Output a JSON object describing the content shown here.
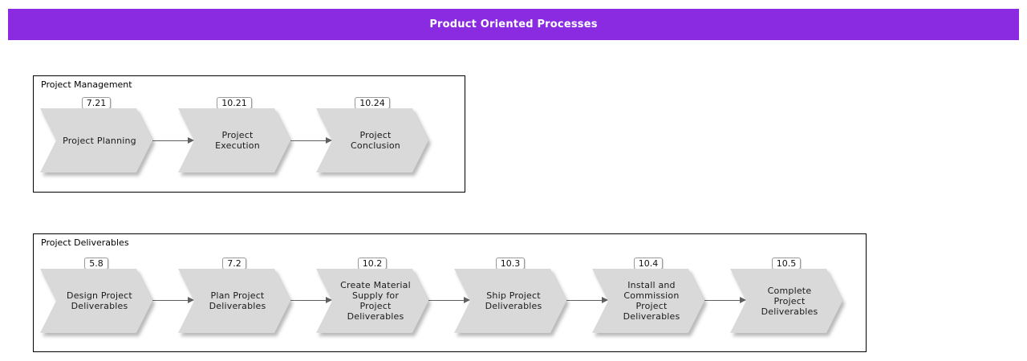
{
  "header": {
    "title": "Product Oriented Processes",
    "background_color": "#8a2be2",
    "text_color": "#ffffff"
  },
  "colors": {
    "shape_fill": "#d9d9d9",
    "arrow": "#5f5f5f",
    "group_border": "#000000",
    "badge_border": "#9a9a9a"
  },
  "groups": [
    {
      "title": "Project Management",
      "steps": [
        {
          "code": "7.21",
          "label": "Project Planning"
        },
        {
          "code": "10.21",
          "label": "Project\nExecution"
        },
        {
          "code": "10.24",
          "label": "Project\nConclusion"
        }
      ]
    },
    {
      "title": "Project Deliverables",
      "steps": [
        {
          "code": "5.8",
          "label": "Design Project\nDeliverables"
        },
        {
          "code": "7.2",
          "label": "Plan Project\nDeliverables"
        },
        {
          "code": "10.2",
          "label": "Create Material\nSupply for\nProject\nDeliverables"
        },
        {
          "code": "10.3",
          "label": "Ship Project\nDeliverables"
        },
        {
          "code": "10.4",
          "label": "Install and\nCommission\nProject\nDeliverables"
        },
        {
          "code": "10.5",
          "label": "Complete\nProject\nDeliverables"
        }
      ]
    }
  ]
}
